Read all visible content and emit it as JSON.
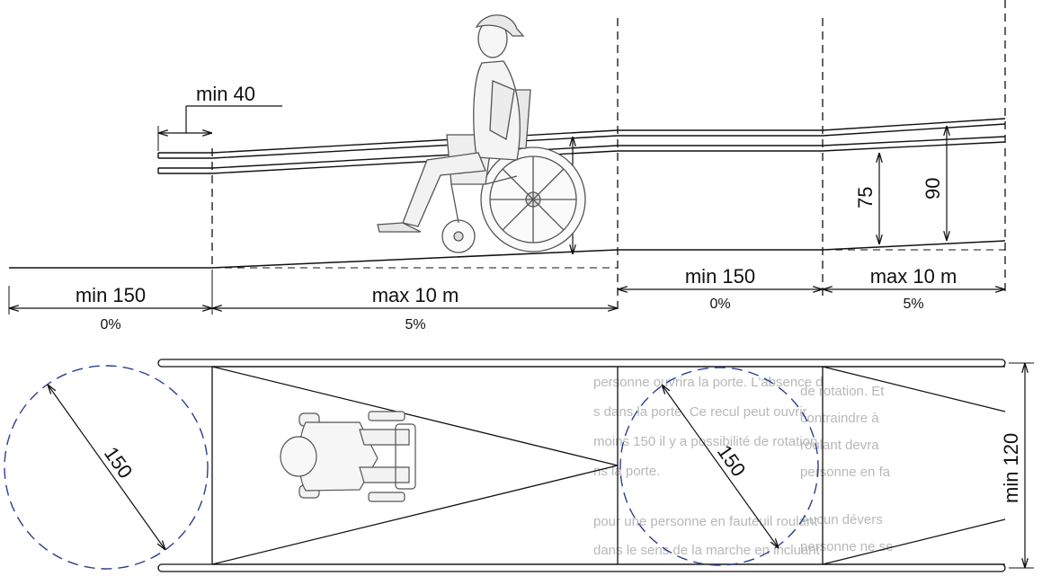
{
  "elevation": {
    "handrail_extension_label": "min 40",
    "segments": [
      {
        "length": "min 150",
        "slope": "0%"
      },
      {
        "length": "max 10 m",
        "slope": "5%"
      },
      {
        "length": "min 150",
        "slope": "0%"
      },
      {
        "length": "max 10 m",
        "slope": "5%"
      }
    ],
    "handrail_heights": {
      "lower": "75",
      "upper": "90"
    }
  },
  "plan": {
    "turning_circles": [
      "150",
      "150"
    ],
    "width_label": "min 120",
    "background_text": [
      "personne ouvrira la porte. L'absence d",
      "s dans la porte. Ce recul peut ouvrir",
      "moins 150 il y a possibilité de rotation",
      "ns la porte.",
      "pour une personne en fauteuil roulant",
      "dans le sens de la marche en incluant",
      "de rotation. Et",
      "contraindre à",
      "roulant devra",
      "personne en fa",
      "Aucun dévers",
      "personne ne se"
    ]
  },
  "colors": {
    "line": "#111111",
    "circle": "#2b3f8f",
    "background": "#ffffff"
  }
}
